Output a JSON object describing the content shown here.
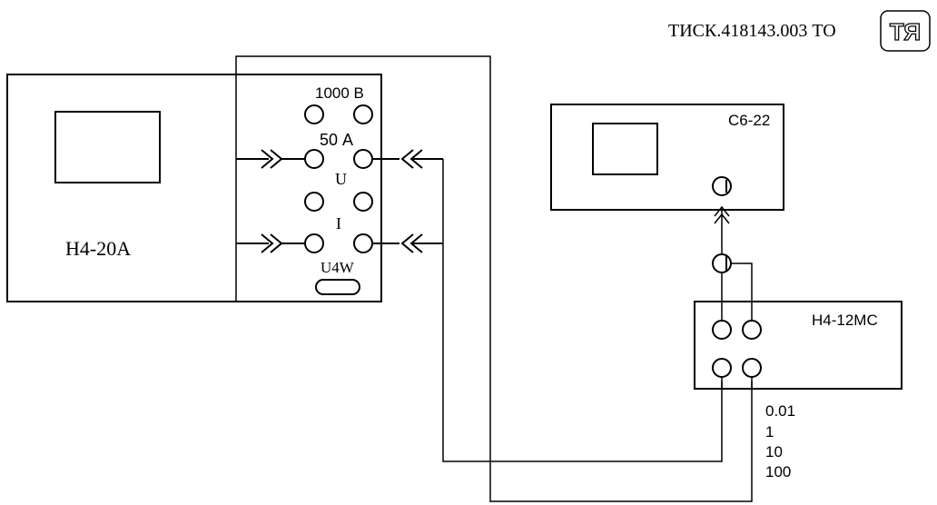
{
  "header": {
    "doc_code": "ТИСК.418143.003 ТО",
    "logo_text": "ТЯ"
  },
  "h4_20a": {
    "label": "Н4-20А",
    "terminal_labels": {
      "voltage_range": "1000 В",
      "current_range": "50 А",
      "voltage": "U",
      "current": "I",
      "power": "U4W"
    }
  },
  "c6_22": {
    "label": "С6-22"
  },
  "h4_12mc": {
    "label": "Н4-12МС",
    "ranges": [
      "0.01",
      "1",
      "10",
      "100"
    ]
  },
  "colors": {
    "line": "#000000",
    "background": "#ffffff"
  }
}
